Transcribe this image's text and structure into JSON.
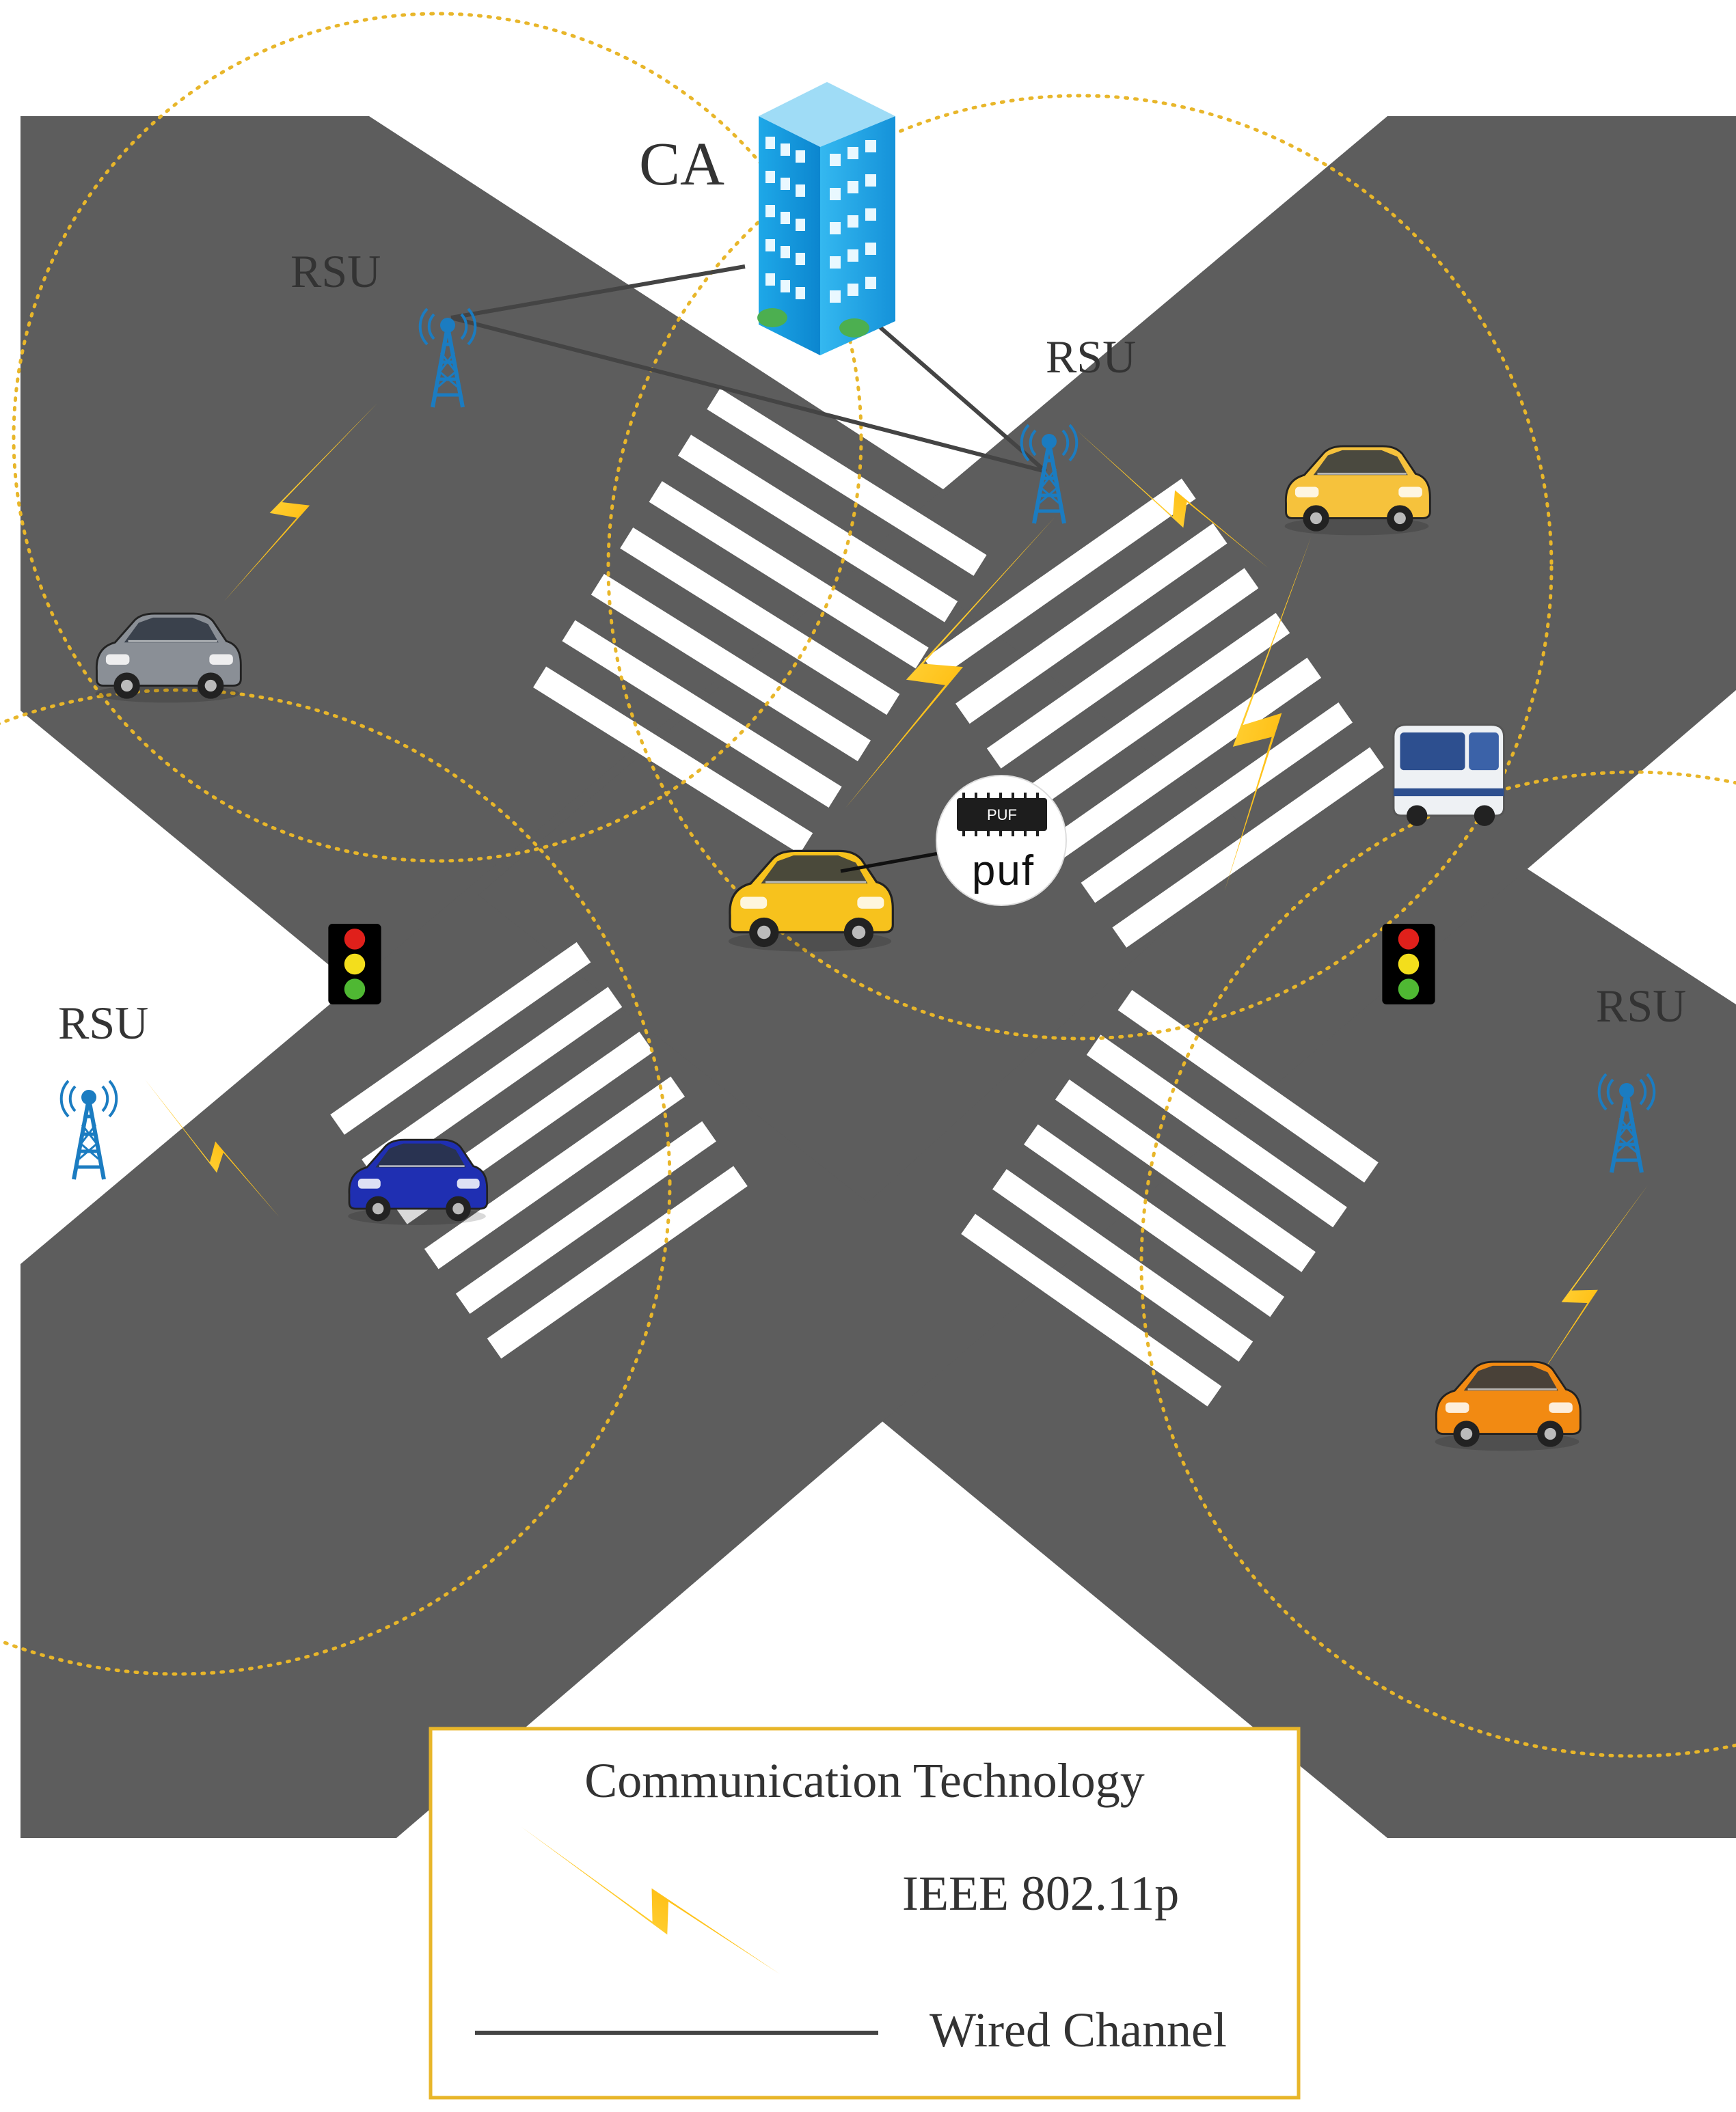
{
  "labels": {
    "ca": "CA",
    "rsu_top_left": "RSU",
    "rsu_top_right": "RSU",
    "rsu_left": "RSU",
    "rsu_right": "RSU"
  },
  "puf": {
    "chip_label": "PUF",
    "badge_label": "puf"
  },
  "legend": {
    "title": "Communication Technology",
    "wireless_label": "IEEE 802.11p",
    "wired_label": "Wired Channel"
  },
  "icons": [
    "building-icon",
    "antenna-icon",
    "lightning-icon",
    "car-icon",
    "taxi-icon",
    "bus-icon",
    "traffic-light-icon",
    "chip-icon"
  ],
  "colors": {
    "road": "#5d5d5d",
    "crosswalk": "#ffffff",
    "coverage": "#e8b62a",
    "lightning_light": "#ffd43a",
    "lightning_dark": "#f4a300",
    "wire": "#444444",
    "legend_border": "#e8b62a",
    "rsu_blue": "#1b7cc1"
  }
}
